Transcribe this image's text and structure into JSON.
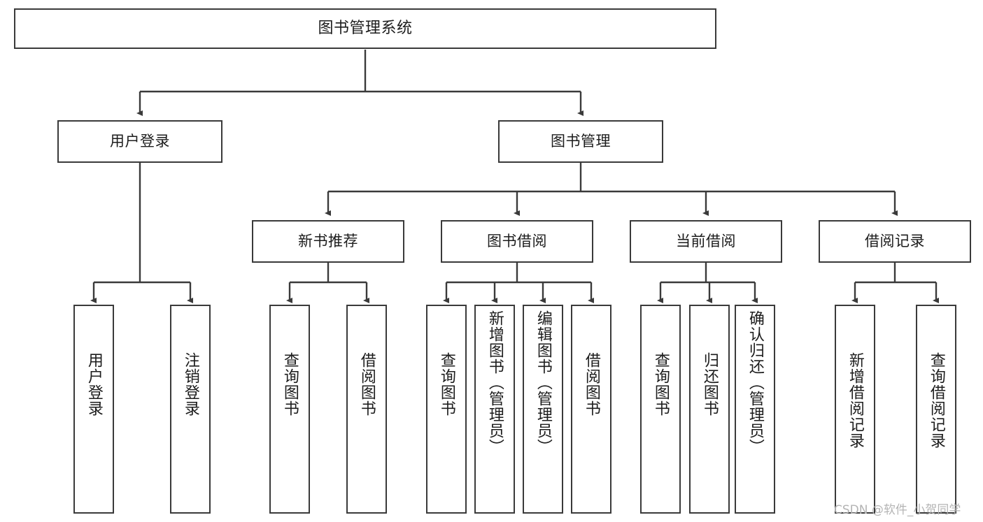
{
  "diagram": {
    "type": "tree",
    "title": "图书管理系统",
    "colors": {
      "box_border": "#3a3a3a",
      "box_fill": "#ffffff",
      "connector": "#3a3a3a",
      "text": "#1c1c1c",
      "watermark": "#b4b4b4",
      "background": "#ffffff"
    },
    "root": {
      "label": "图书管理系统"
    },
    "level2": [
      {
        "id": "user-login",
        "label": "用户登录"
      },
      {
        "id": "book-manage",
        "label": "图书管理"
      }
    ],
    "level3": [
      {
        "id": "new-book-recommend",
        "label": "新书推荐"
      },
      {
        "id": "book-borrow",
        "label": "图书借阅"
      },
      {
        "id": "current-borrow",
        "label": "当前借阅"
      },
      {
        "id": "borrow-record",
        "label": "借阅记录"
      }
    ],
    "leaves": {
      "user_login": [
        {
          "id": "leaf-user-login",
          "label": "用户登录"
        },
        {
          "id": "leaf-logout-login",
          "label": "注销登录"
        }
      ],
      "new_book_recommend": [
        {
          "id": "leaf-query-book-1",
          "label": "查询图书"
        },
        {
          "id": "leaf-borrow-book-1",
          "label": "借阅图书"
        }
      ],
      "book_borrow": [
        {
          "id": "leaf-query-book-2",
          "label": "查询图书"
        },
        {
          "id": "leaf-add-book",
          "label": "新增图书（管理员）"
        },
        {
          "id": "leaf-edit-book",
          "label": "编辑图书（管理员）"
        },
        {
          "id": "leaf-borrow-book-2",
          "label": "借阅图书"
        }
      ],
      "current_borrow": [
        {
          "id": "leaf-query-book-3",
          "label": "查询图书"
        },
        {
          "id": "leaf-return-book",
          "label": "归还图书"
        },
        {
          "id": "leaf-confirm-return",
          "label": "确认归还（管理员）"
        }
      ],
      "borrow_record": [
        {
          "id": "leaf-add-record",
          "label": "新增借阅记录"
        },
        {
          "id": "leaf-query-record",
          "label": "查询借阅记录"
        }
      ]
    }
  },
  "watermark": {
    "text": "CSDN @软件_小贺同学"
  }
}
